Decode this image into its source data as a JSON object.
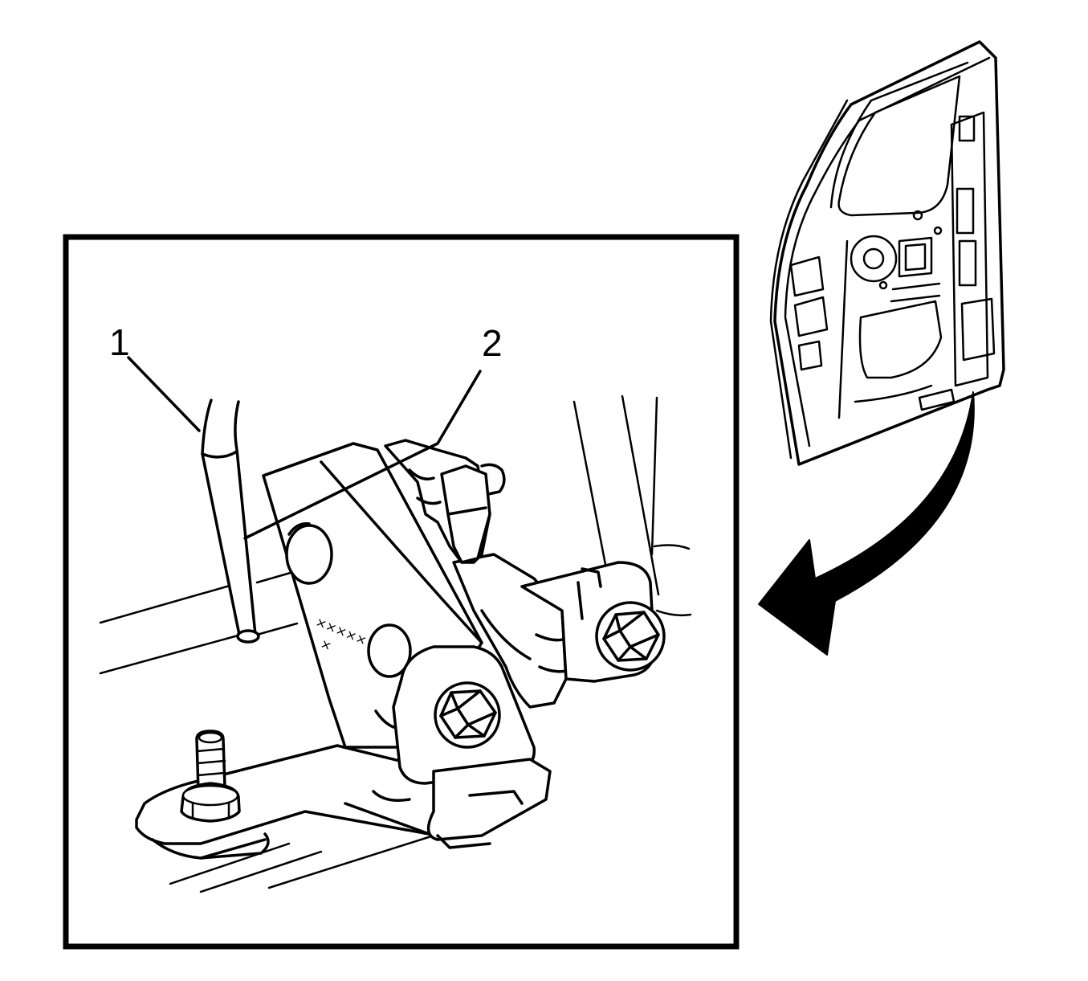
{
  "callouts": [
    {
      "id": "1",
      "label": "1"
    },
    {
      "id": "2",
      "label": "2"
    }
  ],
  "part_marking": "×××××",
  "colors": {
    "ink": "#000000",
    "background": "#ffffff"
  }
}
